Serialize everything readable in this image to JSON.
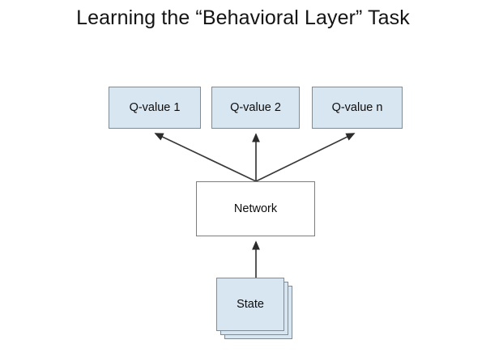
{
  "slide": {
    "title": "Learning the “Behavioral Layer” Task",
    "background_color": "#ffffff"
  },
  "palette": {
    "node_fill": "#d8e6f2",
    "node_border": "#7f8c97",
    "plain_fill": "#ffffff",
    "plain_border": "#7d7d7d",
    "arrow_color": "#3a3a3a",
    "text_color": "#0d0d0d",
    "title_color": "#141414"
  },
  "diagram": {
    "output_nodes": [
      {
        "label": "Q-value 1"
      },
      {
        "label": "Q-value 2"
      },
      {
        "label": "Q-value n"
      }
    ],
    "network_node": {
      "label": "Network"
    },
    "input_node": {
      "label": "State",
      "stacked_layers": 3
    },
    "edges": [
      {
        "from": "Network",
        "to": "Q-value 1",
        "arrowhead": "to"
      },
      {
        "from": "Network",
        "to": "Q-value 2",
        "arrowhead": "to"
      },
      {
        "from": "Network",
        "to": "Q-value n",
        "arrowhead": "to"
      },
      {
        "from": "State",
        "to": "Network",
        "arrowhead": "to"
      }
    ]
  }
}
